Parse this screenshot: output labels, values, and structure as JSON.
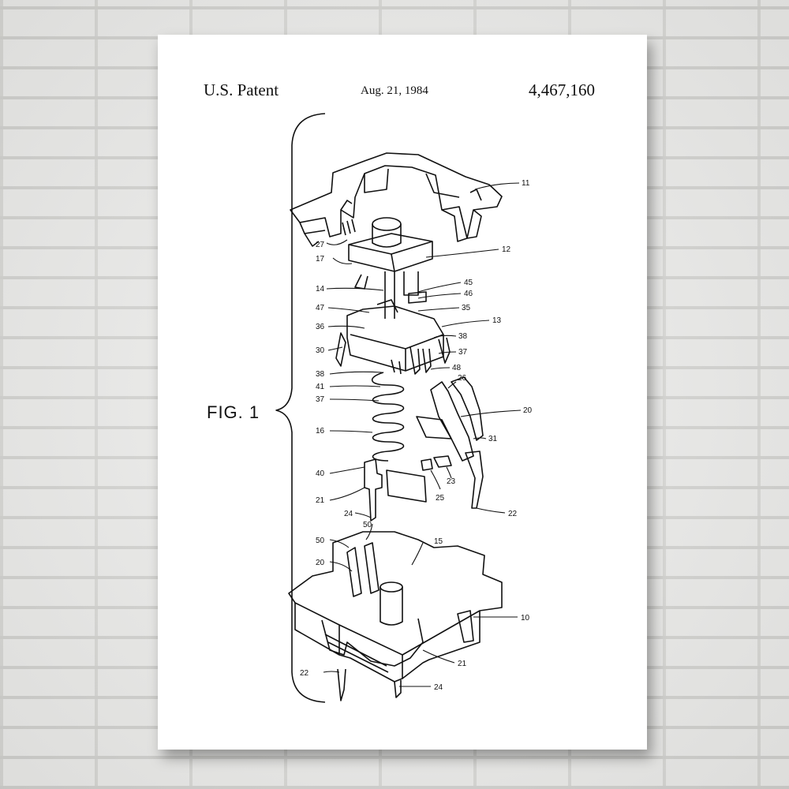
{
  "poster": {
    "header_left": "U.S. Patent",
    "header_date": "Aug. 21, 1984",
    "header_number": "4,467,160",
    "figure_label": "FIG. 1"
  },
  "reference_numerals": {
    "top_housing": [
      "11",
      "27",
      "17",
      "12"
    ],
    "stem_area": [
      "14",
      "45",
      "46",
      "47",
      "35",
      "13",
      "36",
      "38",
      "30",
      "37"
    ],
    "spring_area": [
      "38",
      "48",
      "26",
      "41",
      "37",
      "20",
      "16",
      "31"
    ],
    "contacts": [
      "40",
      "23",
      "25",
      "21",
      "24",
      "22"
    ],
    "base_housing": [
      "50",
      "15",
      "50",
      "20",
      "10",
      "21",
      "22",
      "24"
    ]
  },
  "colors": {
    "wall": "#e9e9e7",
    "paper": "#ffffff",
    "ink": "#111111"
  }
}
